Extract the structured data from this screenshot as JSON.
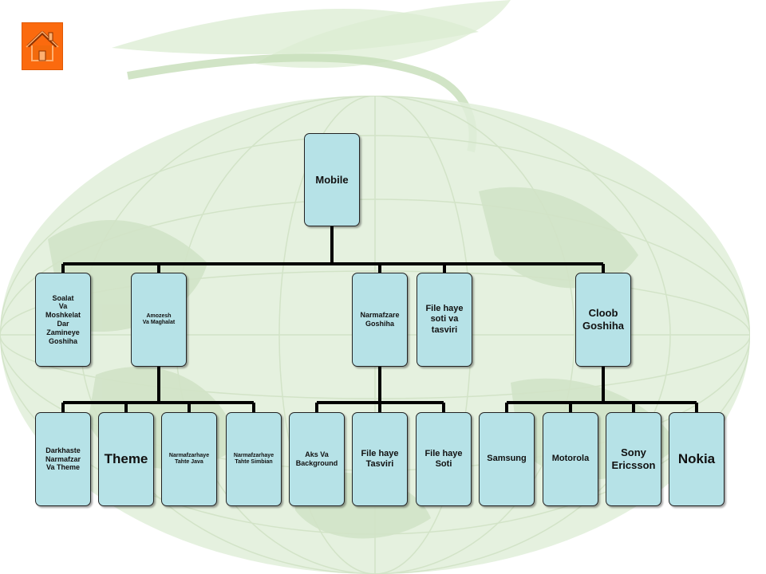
{
  "home_icon": "home-icon",
  "colors": {
    "node_fill": "#b6e2e7",
    "connector": "#000000",
    "home_button": "#fb6a0e",
    "globe": "#e1efd9",
    "leaf": "#d9ebcf"
  },
  "root": {
    "label": "Mobile"
  },
  "level1": [
    {
      "id": "soalat",
      "label": "Soalat\nVa\nMoshkelat\nDar\nZamineye\nGoshiha"
    },
    {
      "id": "amozesh",
      "label": "Amozesh\nVa Maghalat"
    },
    {
      "id": "narmafzare",
      "label": "Narmafzare\nGoshiha"
    },
    {
      "id": "file-haye-soti-tasviri",
      "label": "File haye\nsoti va\ntasviri"
    },
    {
      "id": "cloob",
      "label": "Cloob\nGoshiha"
    }
  ],
  "level2": [
    {
      "id": "darkhaste",
      "parent": "amozesh",
      "label": "Darkhaste\nNarmafzar\nVa Theme"
    },
    {
      "id": "theme",
      "parent": "amozesh",
      "label": "Theme"
    },
    {
      "id": "java",
      "parent": "amozesh",
      "label": "Narmafzarhaye\nTahte Java"
    },
    {
      "id": "simbian",
      "parent": "amozesh",
      "label": "Narmafzarhaye\nTahte Simbian"
    },
    {
      "id": "aks",
      "parent": "narmafzare",
      "label": "Aks Va\nBackground"
    },
    {
      "id": "tasviri",
      "parent": "narmafzare",
      "label": "File haye\nTasviri"
    },
    {
      "id": "soti",
      "parent": "narmafzare",
      "label": "File haye\nSoti"
    },
    {
      "id": "samsung",
      "parent": "cloob",
      "label": "Samsung"
    },
    {
      "id": "motorola",
      "parent": "cloob",
      "label": "Motorola"
    },
    {
      "id": "sony",
      "parent": "cloob",
      "label": "Sony\nEricsson"
    },
    {
      "id": "nokia",
      "parent": "cloob",
      "label": "Nokia"
    }
  ]
}
